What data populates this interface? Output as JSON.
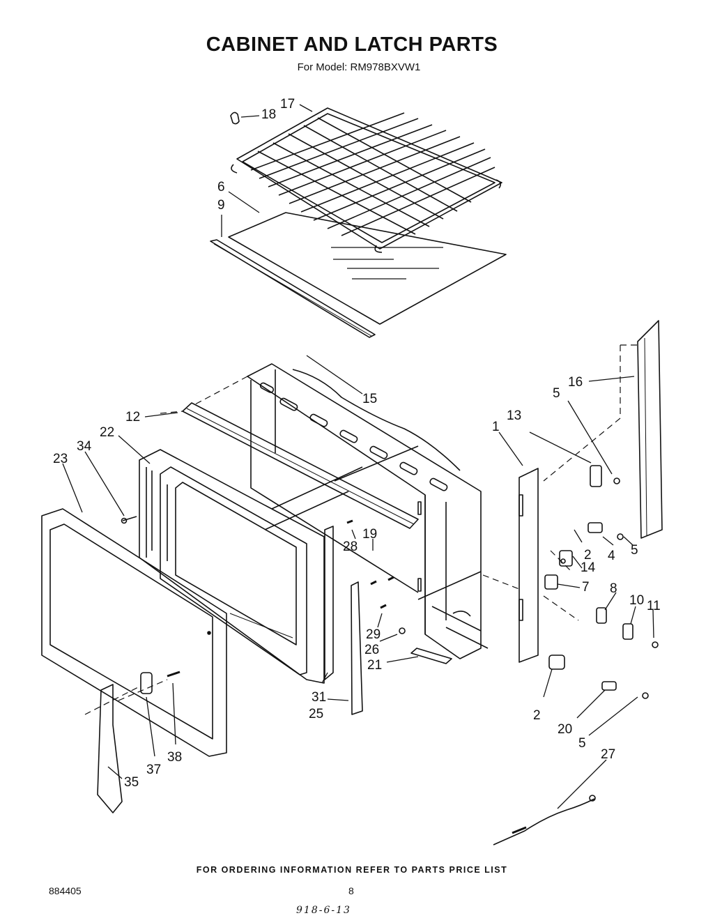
{
  "title": "CABINET AND LATCH PARTS",
  "subtitle": "For Model: RM978BXVW1",
  "footer_note": "FOR ORDERING INFORMATION REFER TO PARTS PRICE LIST",
  "document_number": "884405",
  "page_number": "8",
  "handwritten_note": "918-6-13",
  "part_labels": [
    "17",
    "18",
    "6",
    "9",
    "15",
    "12",
    "22",
    "34",
    "23",
    "16",
    "5",
    "13",
    "1",
    "19",
    "28",
    "2",
    "4",
    "5",
    "14",
    "7",
    "8",
    "10",
    "11",
    "29",
    "26",
    "21",
    "31",
    "25",
    "2",
    "20",
    "5",
    "37",
    "38",
    "35",
    "27"
  ]
}
